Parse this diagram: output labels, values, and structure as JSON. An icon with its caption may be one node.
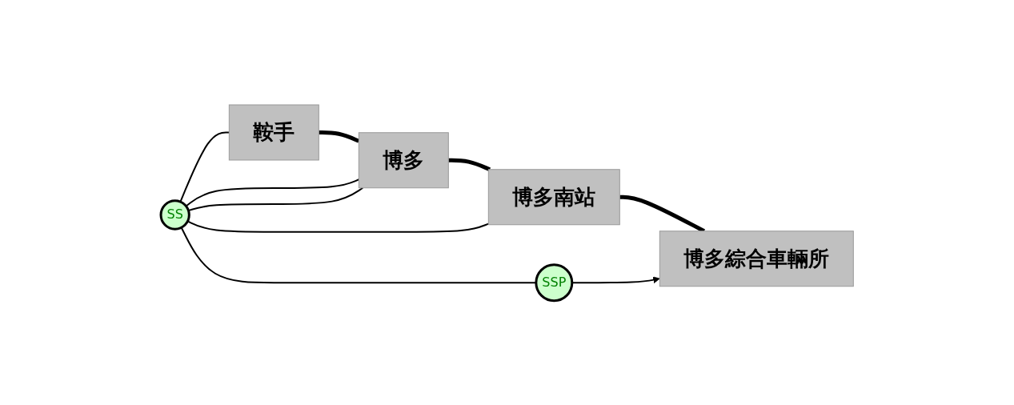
{
  "diagram": {
    "nodes": [
      {
        "text": [
          "鞍手"
        ]
      },
      {
        "text": [
          "博多"
        ]
      },
      {
        "text": [
          "博多南站"
        ]
      },
      {
        "text": [
          "博多綜合車輛所"
        ]
      },
      {
        "text": [
          "SS"
        ]
      },
      {
        "text": [
          "SSP"
        ]
      }
    ],
    "edges": [
      {
        "from": 0,
        "to": 1,
        "arrow": "none",
        "style": "thick"
      },
      {
        "from": 1,
        "to": 2,
        "arrow": "none",
        "style": "thick"
      },
      {
        "from": 2,
        "to": 3,
        "arrow": "none",
        "style": "thick"
      },
      {
        "from": 4,
        "to": 0,
        "arrow": "none"
      },
      {
        "from": 4,
        "to": 1,
        "arrow": "none"
      },
      {
        "from": 4,
        "to": 1,
        "arrow": "none"
      },
      {
        "from": 4,
        "to": 2,
        "arrow": "none"
      },
      {
        "from": 4,
        "to": 5,
        "arrow": "none"
      },
      {
        "from": 5,
        "to": 3,
        "arrow": "to"
      }
    ]
  }
}
